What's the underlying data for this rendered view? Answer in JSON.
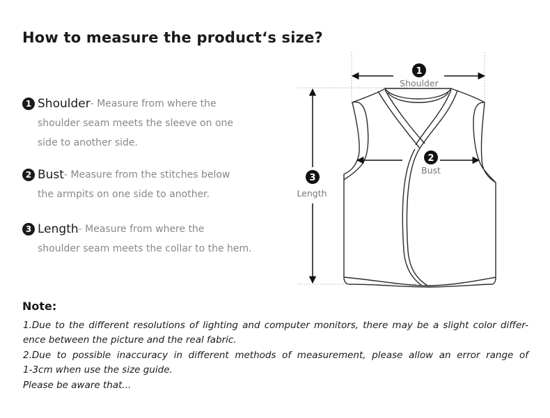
{
  "title": "How to measure the product‘s size?",
  "measurements": [
    {
      "number": "1",
      "name": "Shoulder",
      "desc_first": "- Measure from where the",
      "desc_rest": [
        "shoulder seam meets the sleeve on one",
        "side to another side."
      ]
    },
    {
      "number": "2",
      "name": "Bust",
      "desc_first": "- Measure from the stitches below",
      "desc_rest": [
        "the armpits on one side to another."
      ]
    },
    {
      "number": "3",
      "name": "Length",
      "desc_first": "- Measure from where the",
      "desc_rest": [
        "shoulder seam meets the collar to the hem."
      ]
    }
  ],
  "diagram": {
    "shoulder_num": "1",
    "shoulder_label": "Shoulder",
    "bust_num": "2",
    "bust_label": "Bust",
    "length_num": "3",
    "length_label": "Length"
  },
  "note": {
    "title": "Note:",
    "line1a": "1.Due to the different resolutions of lighting and computer monitors, there may be a slight color differ-",
    "line1b": "ence between the picture and the real fabric.",
    "line2a": "2.Due to possible inaccuracy in different methods of measurement, please allow an error range of",
    "line2b": "1-3cm when use the size guide.",
    "line3": "Please be aware that..."
  }
}
